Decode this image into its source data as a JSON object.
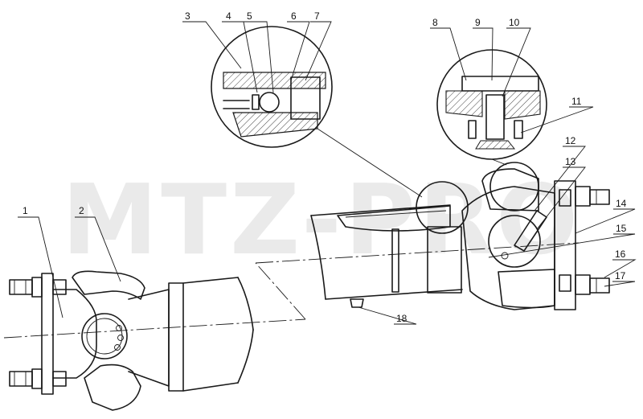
{
  "watermark": "MTZ-PRO",
  "callouts": [
    "1",
    "2",
    "3",
    "4",
    "5",
    "6",
    "7",
    "8",
    "9",
    "10",
    "11",
    "12",
    "13",
    "14",
    "15",
    "16",
    "17",
    "18"
  ]
}
